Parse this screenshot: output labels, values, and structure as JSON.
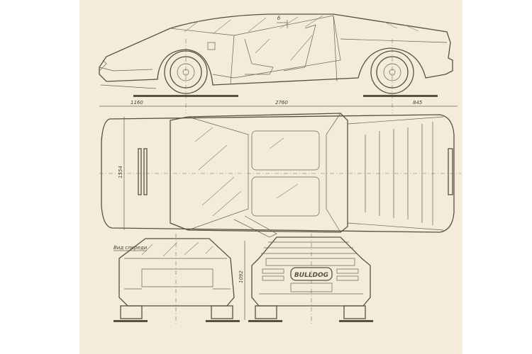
{
  "drawing": {
    "subject": "",
    "dimensions": {
      "front_overhang": "1160",
      "wheelbase": "2760",
      "rear_overhang": "845",
      "width": "1554",
      "height": "1092"
    },
    "section_mark": "б",
    "front_view_label": "Вид спереди",
    "badge": "BULLDOG"
  },
  "colors": {
    "paper": "#f3ecd8",
    "ink": "#5a4f45",
    "margin": "#ffffff"
  }
}
